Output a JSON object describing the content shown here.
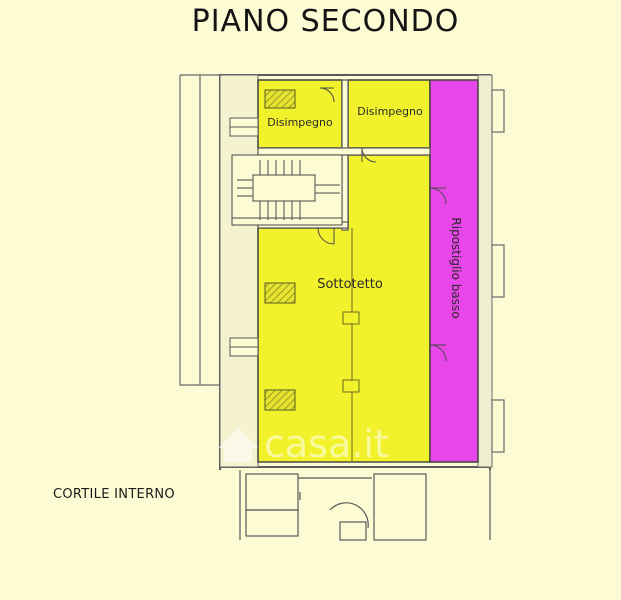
{
  "title": "PIANO SECONDO",
  "rooms": {
    "disimpegno_left": "Disimpegno",
    "disimpegno_right": "Disimpegno",
    "sottotetto": "Sottotetto",
    "ripostiglio": "Ripostiglio basso"
  },
  "cortile": "CORTILE INTERNO",
  "watermark": "casa.it",
  "colors": {
    "background": "#fdfbd3",
    "yellow_area": "#f2f22c",
    "magenta_area": "#e846e8",
    "walls": "#5a5a5a",
    "vent_hatch": "#9a9a2a"
  }
}
